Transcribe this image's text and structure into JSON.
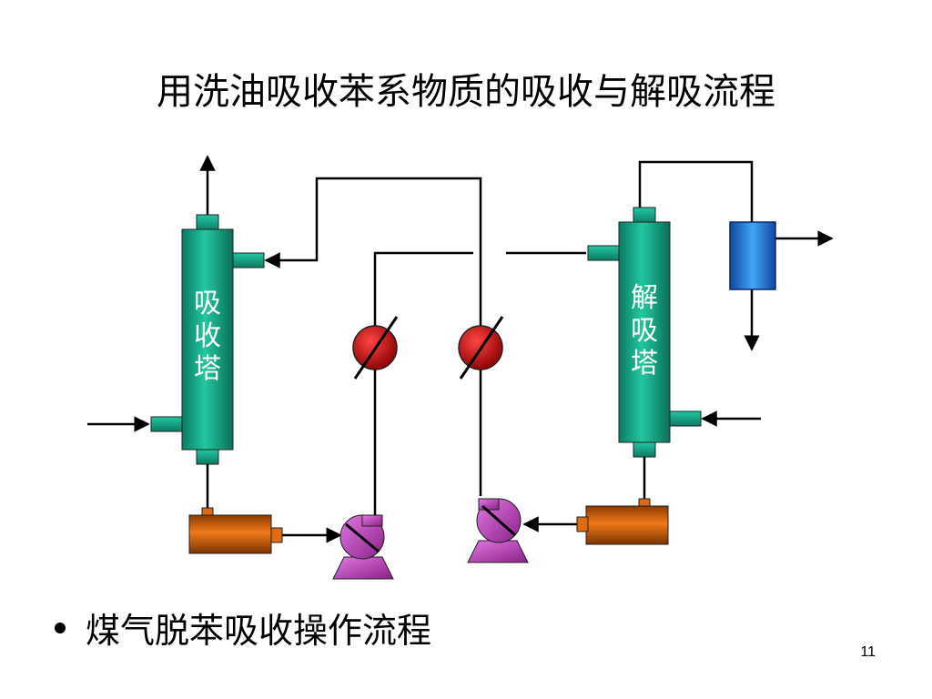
{
  "slide": {
    "title": "用洗油吸收苯系物质的吸收与解吸流程",
    "bullet": "煤气脱苯吸收操作流程",
    "page_number": "11"
  },
  "diagram": {
    "absorber_label": "吸收塔",
    "stripper_label": "解吸塔",
    "colors": {
      "tower": "#11a386",
      "heater": "#cc0000",
      "pump": "#bb33bb",
      "tank": "#dd6611",
      "condenser": "#1e88e5"
    }
  }
}
